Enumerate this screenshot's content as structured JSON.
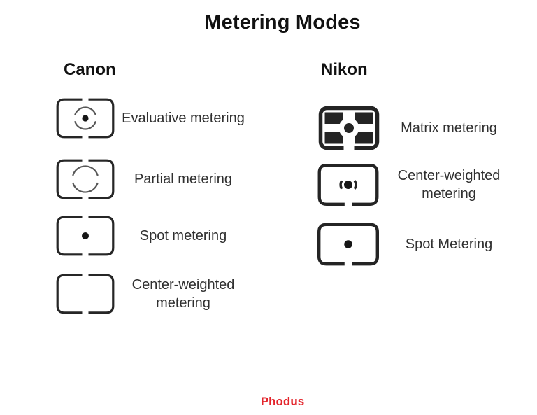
{
  "title": "Metering Modes",
  "brand": "Phodus",
  "colors": {
    "brand_red": "#e3242b",
    "icon_dark": "#262626",
    "icon_gray": "#585858",
    "text_dark": "#111111",
    "label_gray": "#303030"
  },
  "columns": [
    {
      "name": "Canon",
      "rows": [
        {
          "icon": "canon-evaluative-icon",
          "label": "Evaluative metering"
        },
        {
          "icon": "canon-partial-icon",
          "label": "Partial metering"
        },
        {
          "icon": "canon-spot-icon",
          "label": "Spot metering"
        },
        {
          "icon": "canon-center-weighted-icon",
          "label": "Center-weighted metering"
        }
      ]
    },
    {
      "name": "Nikon",
      "rows": [
        {
          "icon": "nikon-matrix-icon",
          "label": "Matrix metering"
        },
        {
          "icon": "nikon-center-weighted-icon",
          "label": "Center-weighted metering"
        },
        {
          "icon": "nikon-spot-icon",
          "label": "Spot Metering"
        }
      ]
    }
  ]
}
